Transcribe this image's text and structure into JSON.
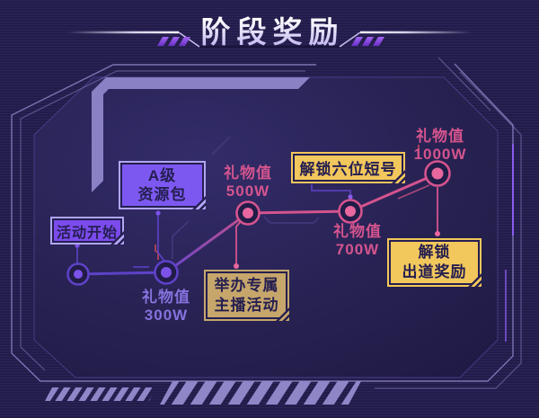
{
  "header": {
    "title": "阶段奖励"
  },
  "colors": {
    "frame": "#9189cc",
    "accent_purple": "#7c52e8",
    "line_purple": "#5e42c8",
    "accent_pink": "#e8679e",
    "ring_pink": "#d4548e",
    "label_purple": "#8672de",
    "label_pink": "#d4548e",
    "box_purple": "#7b4bec",
    "box_purple_light": "#7d58f0",
    "box_tan": "#c6a66b",
    "box_gold": "#f2c75c",
    "box_text": "#241e50"
  },
  "roadmap": {
    "milestones": [
      {
        "name": "milestone-300w",
        "value_line1": "礼物值",
        "value_line2": "300W"
      },
      {
        "name": "milestone-500w",
        "value_line1": "礼物值",
        "value_line2": "500W"
      },
      {
        "name": "milestone-700w",
        "value_line1": "礼物值",
        "value_line2": "700W"
      },
      {
        "name": "milestone-1000w",
        "value_line1": "礼物值",
        "value_line2": "1000W"
      }
    ],
    "reward_boxes": [
      {
        "name": "start",
        "line1": "活动开始",
        "line2": ""
      },
      {
        "name": "a-level-pack",
        "line1": "A级",
        "line2": "资源包"
      },
      {
        "name": "host-event",
        "line1": "举办专属",
        "line2": "主播活动"
      },
      {
        "name": "short-id",
        "line1": "解锁六位短号",
        "line2": ""
      },
      {
        "name": "debut-reward",
        "line1": "解锁",
        "line2": "出道奖励"
      }
    ]
  }
}
